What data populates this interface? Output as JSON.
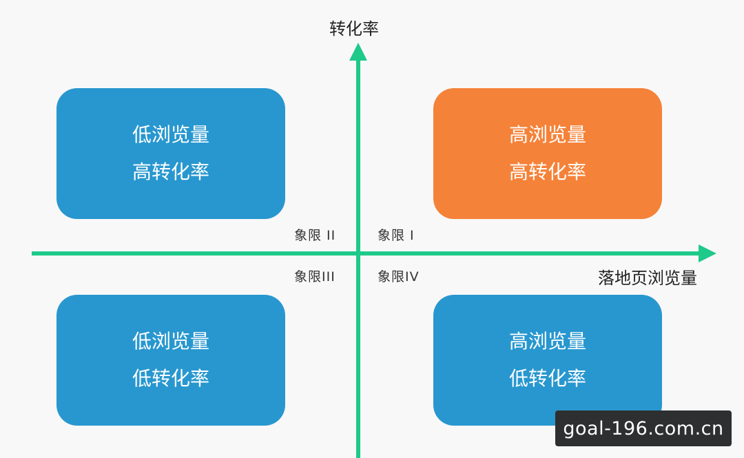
{
  "axes": {
    "y_label": "转化率",
    "x_label": "落地页浏览量",
    "color": "#1ec98a"
  },
  "quadrant_labels": {
    "q1": "象限 I",
    "q2": "象限 II",
    "q3": "象限III",
    "q4": "象限IV"
  },
  "boxes": {
    "top_left": {
      "line1": "低浏览量",
      "line2": "高转化率",
      "color": "#2897cf"
    },
    "top_right": {
      "line1": "高浏览量",
      "line2": "高转化率",
      "color": "#f58239"
    },
    "bottom_left": {
      "line1": "低浏览量",
      "line2": "低转化率",
      "color": "#2897cf"
    },
    "bottom_right": {
      "line1": "高浏览量",
      "line2": "低转化率",
      "color": "#2897cf"
    }
  },
  "watermark": {
    "text": "goal-196.com.cn"
  }
}
